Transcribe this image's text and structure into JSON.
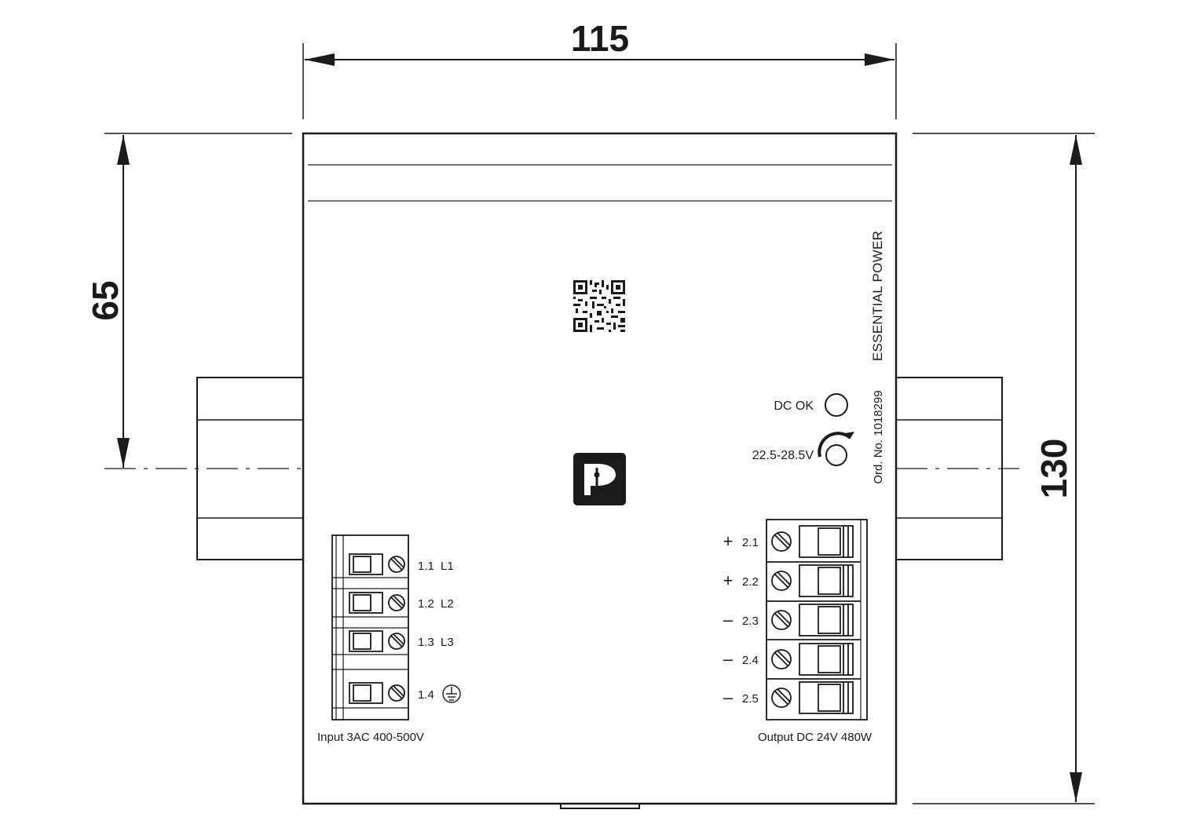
{
  "dimensions": {
    "width": "115",
    "height": "130",
    "center_height": "65"
  },
  "device": {
    "brand_line": "ESSENTIAL POWER",
    "order_number": "Ord. No. 1018299",
    "dc_ok_label": "DC OK",
    "voltage_range_label": "22.5-28.5V",
    "input_caption": "Input 3AC 400-500V",
    "output_caption": "Output DC 24V 480W",
    "input_terminals": [
      {
        "number": "1.1",
        "phase": "L1"
      },
      {
        "number": "1.2",
        "phase": "L2"
      },
      {
        "number": "1.3",
        "phase": "L3"
      },
      {
        "number": "1.4",
        "phase": ""
      }
    ],
    "output_terminals": [
      {
        "sign": "+",
        "number": "2.1"
      },
      {
        "sign": "+",
        "number": "2.2"
      },
      {
        "sign": "–",
        "number": "2.3"
      },
      {
        "sign": "–",
        "number": "2.4"
      },
      {
        "sign": "–",
        "number": "2.5"
      }
    ],
    "icons": [
      "qr-code-icon",
      "phoenix-contact-logo-icon",
      "ground-icon",
      "potentiometer-icon",
      "led-indicator-icon"
    ]
  }
}
